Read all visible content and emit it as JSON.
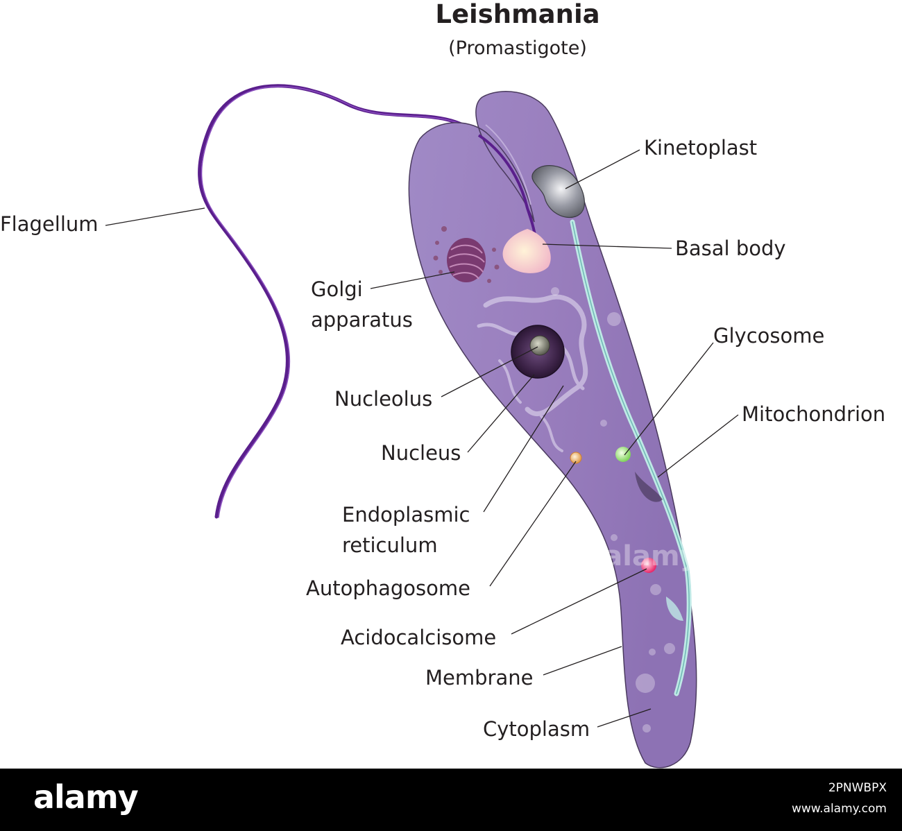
{
  "title": "Leishmania",
  "subtitle": "(Promastigote)",
  "labels": {
    "kinetoplast": "Kinetoplast",
    "flagellum": "Flagellum",
    "basal_body": "Basal body",
    "golgi_line1": "Golgi",
    "golgi_line2": "apparatus",
    "glycosome": "Glycosome",
    "nucleolus": "Nucleolus",
    "mitochondrion": "Mitochondrion",
    "nucleus": "Nucleus",
    "er_line1": "Endoplasmic",
    "er_line2": "reticulum",
    "autophagosome": "Autophagosome",
    "acidocalcisome": "Acidocalcisome",
    "membrane": "Membrane",
    "cytoplasm": "Cytoplasm"
  },
  "watermark": "alamy",
  "footer": {
    "logo": "alamy",
    "image_id": "2PNWBPX",
    "url": "www.alamy.com"
  },
  "colors": {
    "cell_body": "#9c80c0",
    "cell_outline": "#4a3a5e",
    "flagellum": "#5a1f8c",
    "kinetoplast": "#8a8d96",
    "basal_body": "#f6d6c8",
    "golgi": "#7a3a70",
    "nucleus": "#3a2145",
    "nucleolus": "#7c7d70",
    "mitochondrion": "#bfe9e6",
    "glycosome": "#9ee07a",
    "autophagosome": "#f0b070",
    "acidocalcisome": "#f0457a",
    "footer_bg": "#000000"
  }
}
